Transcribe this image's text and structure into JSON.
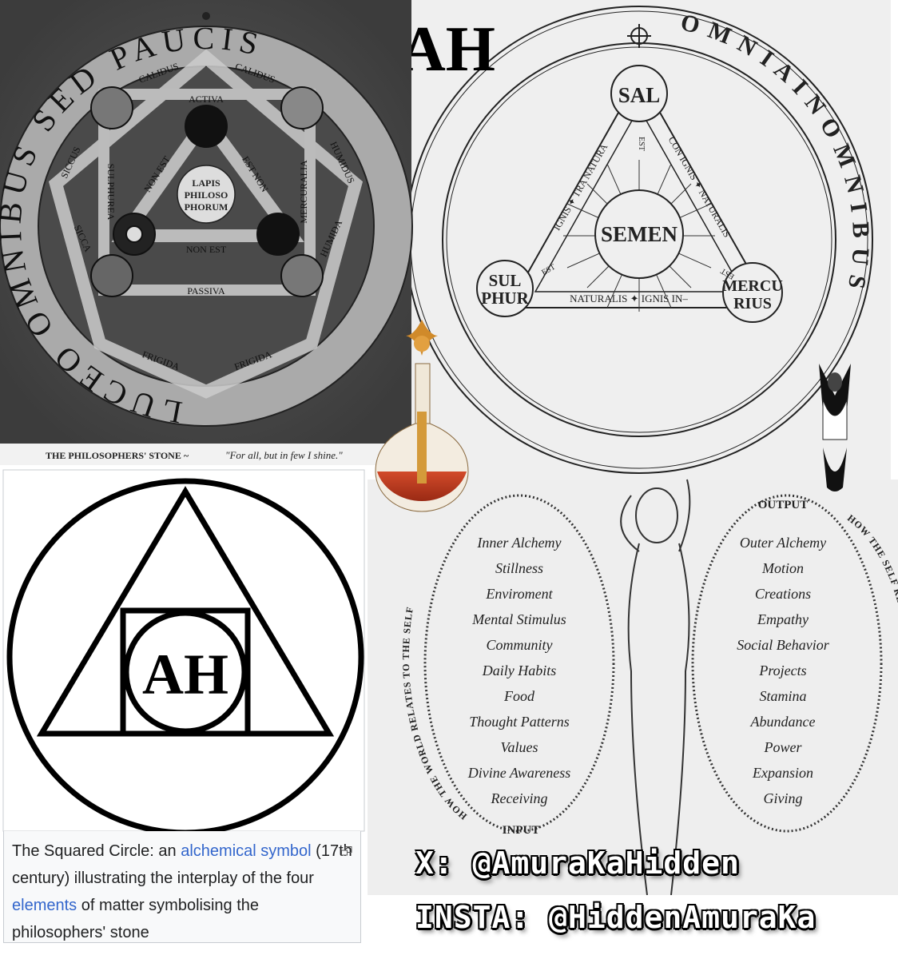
{
  "panel_stone": {
    "ring_text": "LUCEO  OMNIBUS  SED  PAUCIS",
    "top_left": "CALIDUS",
    "top_right": "CALIDUS",
    "left_top": "SICCUS",
    "left_bottom": "SICCA",
    "right_top": "HUMIDUS",
    "right_bottom": "HUMIDA",
    "bottom_left": "FRIGIDA",
    "bottom_right": "FRIGIDA",
    "activa": "ACTIVA",
    "passiva": "PASSIVA",
    "sulphurea": "SULPHUREA",
    "mercuralia": "MERCURALIA",
    "non_est_bottom": "NON EST",
    "non_est_left": "NON EST",
    "non_est_right": "EST NON",
    "est": "EST",
    "center": [
      "LAPIS",
      "PHILOSO",
      "PHORUM"
    ],
    "caption_title": "THE PHILOSOPHERS' STONE ~",
    "caption_quote": "\"For all, but in few I shine.\""
  },
  "panel_semen": {
    "ring_text": "O M N I A   I N   O M N I B U S",
    "sal": "SAL",
    "semen": "SEMEN",
    "sulphur": [
      "SUL",
      "PHUR"
    ],
    "mercurius": [
      "MERCU",
      "RIUS"
    ],
    "left_band": "IGNIS ✦ TRA NATURA",
    "right_band": "CON IGNIS ✦ NATURALIS",
    "bottom_band": "NATURALIS ✦ IGNIS IN–",
    "est": "EST"
  },
  "logo": "AH",
  "panel_squared_circle": {
    "caption_parts": [
      "The Squared Circle: an ",
      "alchemical symbol",
      " (17th century) illustrating the interplay of the four ",
      "elements",
      " of matter symbolising the philosophers' stone"
    ],
    "link_color": "#3366cc"
  },
  "panel_self": {
    "output_label": "OUTPUT",
    "input_label": "INPUT",
    "left_arc": "HOW THE WORLD RELATES TO THE SELF",
    "right_arc": "HOW THE SELF RELATES TO THE WORLD",
    "inner": [
      "Inner Alchemy",
      "Stillness",
      "Enviroment",
      "Mental Stimulus",
      "Community",
      "Daily Habits",
      "Food",
      "Thought Patterns",
      "Values",
      "Divine Awareness",
      "Receiving"
    ],
    "outer": [
      "Outer Alchemy",
      "Motion",
      "Creations",
      "Empathy",
      "Social Behavior",
      "Projects",
      "Stamina",
      "Abundance",
      "Power",
      "Expansion",
      "Giving"
    ]
  },
  "watermark": {
    "x_handle": "X: @AmuraKaHidden",
    "insta_handle": "INSTA: @HiddenAmuraKa"
  }
}
